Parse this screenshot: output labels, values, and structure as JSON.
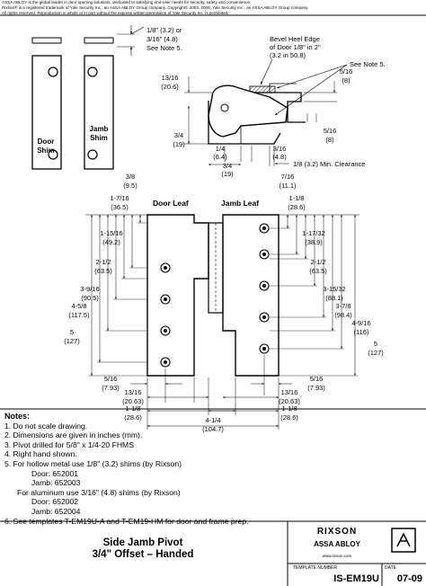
{
  "header": {
    "line1": "ASSA ABLOY is the global leader in door opening solutions, dedicated to satisfying end-user needs for security, safety and convenience.",
    "line2": "Rixson® is a registered trademark of Yale Security Inc., an ASSA ABLOY Group company. Copyright© 2003, 2009, Yale Security Inc., an ASSA ABLOY Group company.",
    "line3": "All rights reserved. Reproduction in whole or in part without the express written permission of Yale Security Inc. is prohibited."
  },
  "shims": {
    "door_label_1": "Door",
    "door_label_2": "Shim",
    "jamb_label_1": "Jamb",
    "jamb_label_2": "Shim",
    "thk_1": "1/8\" (3.2) or",
    "thk_2": "3/16\" (4.8)",
    "thk_3": "See Note 5."
  },
  "plan": {
    "bevel_1": "Bevel Heel Edge",
    "bevel_2": "of Door 1/8\" in 2\"",
    "bevel_3": "(3.2 in 50.8)",
    "see_note": "See Note 5.",
    "d1316": "13/16",
    "d1316mm": "(20.6)",
    "d516a": "5/16",
    "d516amm": "(8)",
    "d516b": "5/16",
    "d516bmm": "(8)",
    "d34a": "3/4",
    "d34amm": "(19)",
    "d14": "1/4",
    "d14mm": "(6.4)",
    "d316": "3/16",
    "d316mm": "(4.8)",
    "d34b": "3/4",
    "d34bmm": "(19)",
    "clearance": "1/8 (3.2) Min. Clearance"
  },
  "elevation": {
    "door_leaf": "Door Leaf",
    "jamb_leaf": "Jamb Leaf",
    "left_dims": [
      {
        "v": "3/8",
        "mm": "(9.5)"
      },
      {
        "v": "1-7/16",
        "mm": "(36.5)"
      },
      {
        "v": "1-15/16",
        "mm": "(49.2)"
      },
      {
        "v": "2-1/2",
        "mm": "(63.5)"
      },
      {
        "v": "3-9/16",
        "mm": "(90.5)"
      },
      {
        "v": "4-5/8",
        "mm": "(117.5)"
      },
      {
        "v": "5",
        "mm": "(127)"
      }
    ],
    "right_dims": [
      {
        "v": "7/16",
        "mm": "(11.1)"
      },
      {
        "v": "1-1/8",
        "mm": "(28.6)"
      },
      {
        "v": "1-17/32",
        "mm": "(38.9)"
      },
      {
        "v": "2-1/2",
        "mm": "(63.5)"
      },
      {
        "v": "3-15/32",
        "mm": "(88.1)"
      },
      {
        "v": "3-7/8",
        "mm": "(98.4)"
      },
      {
        "v": "4-9/16",
        "mm": "(116)"
      },
      {
        "v": "5",
        "mm": "(127)"
      }
    ],
    "bottom_dims": {
      "l516": "5/16",
      "l516mm": "(7.93)",
      "l1316": "13/16",
      "l1316mm": "(20.63)",
      "l118": "1-1/8",
      "l118mm": "(28.6)",
      "r516": "5/16",
      "r516mm": "(7.93)",
      "r1316": "13/16",
      "r1316mm": "(20.63)",
      "r118": "1-1/8",
      "r118mm": "(28.6)",
      "overall": "4-1/4",
      "overallmm": "(104.7)"
    }
  },
  "notes": {
    "heading": "Notes:",
    "n1": "1. Do not scale drawing.",
    "n2": "2. Dimensions are given in inches (mm).",
    "n3": "3. Pivot drilled for 5/8\" x 1/4-20 FHMS",
    "n4": "4. Right hand shown.",
    "n5": "5. For hollow metal use 1/8\" (3.2) shims (by Rixson)",
    "n5a": "Door: 652001",
    "n5b": "Jamb: 652003",
    "n5c": "For aluminum use 3/16\" (4.8) shims (by Rixson)",
    "n5d": "Door: 652002",
    "n5e": "Jamb: 652004",
    "n6": "6. See templates T-EM19U-A and T-EM19-HM for door and frame prep."
  },
  "title_block": {
    "title_1": "Side Jamb Pivot",
    "title_2": "3/4\" Offset – Handed",
    "brand": "RIXSON",
    "parent": "ASSA ABLOY",
    "website": "www.rixson.com",
    "template_label": "TEMPLATE NUMBER",
    "template_number": "IS-EM19U",
    "date_label": "DATE",
    "date": "07-09"
  }
}
